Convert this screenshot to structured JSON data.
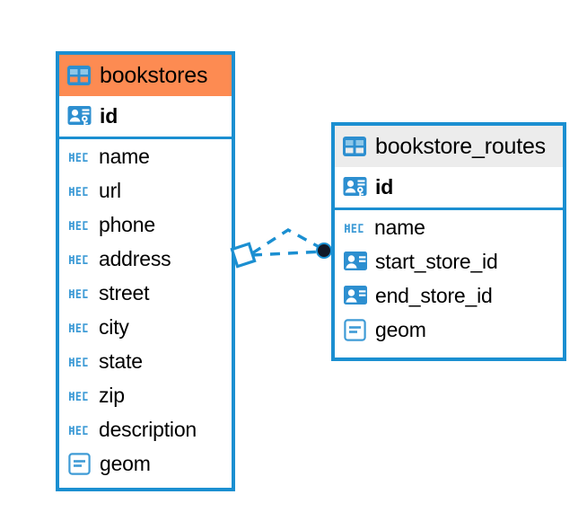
{
  "diagram": {
    "type": "entity-relationship-diagram",
    "background_color": "#ffffff",
    "accent_color": "#1b8fd1",
    "highlight_color": "#fd8b52",
    "neutral_header_color": "#ececec",
    "entities": [
      {
        "name": "bookstores",
        "header_style": "accent",
        "fields": [
          {
            "name": "id",
            "icon": "primary-key-icon",
            "is_key": true
          },
          {
            "name": "name",
            "icon": "abc-text-icon",
            "is_key": false
          },
          {
            "name": "url",
            "icon": "abc-text-icon",
            "is_key": false
          },
          {
            "name": "phone",
            "icon": "abc-text-icon",
            "is_key": false
          },
          {
            "name": "address",
            "icon": "abc-text-icon",
            "is_key": false
          },
          {
            "name": "street",
            "icon": "abc-text-icon",
            "is_key": false
          },
          {
            "name": "city",
            "icon": "abc-text-icon",
            "is_key": false
          },
          {
            "name": "state",
            "icon": "abc-text-icon",
            "is_key": false
          },
          {
            "name": "zip",
            "icon": "abc-text-icon",
            "is_key": false
          },
          {
            "name": "description",
            "icon": "abc-text-icon",
            "is_key": false
          },
          {
            "name": "geom",
            "icon": "geometry-icon",
            "is_key": false
          }
        ]
      },
      {
        "name": "bookstore_routes",
        "header_style": "neutral",
        "fields": [
          {
            "name": "id",
            "icon": "primary-key-icon",
            "is_key": true
          },
          {
            "name": "name",
            "icon": "abc-text-icon",
            "is_key": false
          },
          {
            "name": "start_store_id",
            "icon": "foreign-key-icon",
            "is_key": false
          },
          {
            "name": "end_store_id",
            "icon": "foreign-key-icon",
            "is_key": false
          },
          {
            "name": "geom",
            "icon": "geometry-icon",
            "is_key": false
          }
        ]
      }
    ],
    "relationship": {
      "style": "dashed",
      "color": "#1b8fd1",
      "source_marker": "diamond-outline",
      "target_marker": "filled-circle",
      "target_marker_color": "#111827"
    }
  }
}
